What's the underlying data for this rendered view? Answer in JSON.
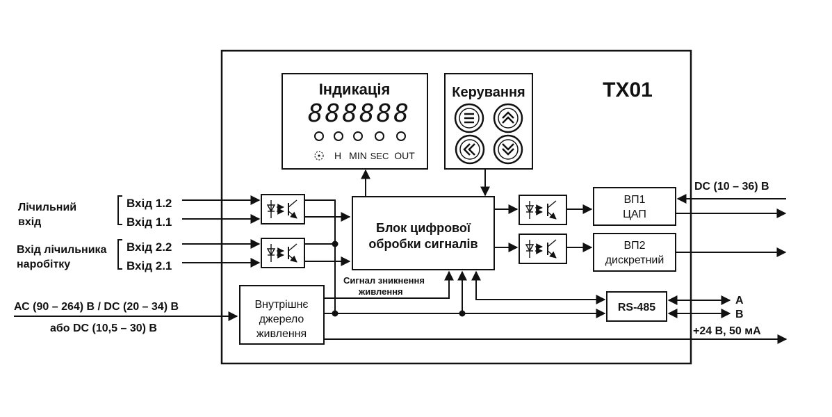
{
  "device": {
    "model": "TX01"
  },
  "indication": {
    "title": "Індикація",
    "display": "888888",
    "led_labels": [
      "H",
      "MIN",
      "SEC",
      "OUT"
    ]
  },
  "control": {
    "title": "Керування",
    "buttons": [
      "menu-icon",
      "double-chevron-up-icon",
      "double-chevron-left-icon",
      "double-chevron-down-icon"
    ]
  },
  "dsp": {
    "line1": "Блок цифрової",
    "line2": "обробки сигналів"
  },
  "inputs": {
    "counter_input": {
      "line1": "Лічильний",
      "line2": "вхід"
    },
    "hour_meter_input": {
      "line1": "Вхід лічильника",
      "line2": "наробітку"
    },
    "in_1_2": "Вхід 1.2",
    "in_1_1": "Вхід 1.1",
    "in_2_2": "Вхід 2.2",
    "in_2_1": "Вхід 2.1"
  },
  "outputs": {
    "vp1": {
      "line1": "ВП1",
      "line2": "ЦАП"
    },
    "vp2": {
      "line1": "ВП2",
      "line2": "дискретний"
    },
    "vp1_supply": "DC (10 – 36) В"
  },
  "power": {
    "block": {
      "line1": "Внутрішнє",
      "line2": "джерело",
      "line3": "живлення"
    },
    "supply_main": "АС (90 – 264) В / DC (20 – 34) В",
    "supply_alt": "або DC (10,5 – 30) В",
    "loss_signal": {
      "line1": "Сигнал зникнення",
      "line2": "живлення"
    },
    "aux_output": "+24 В, 50 мА"
  },
  "interface": {
    "name": "RS-485",
    "line_a": "A",
    "line_b": "B"
  }
}
